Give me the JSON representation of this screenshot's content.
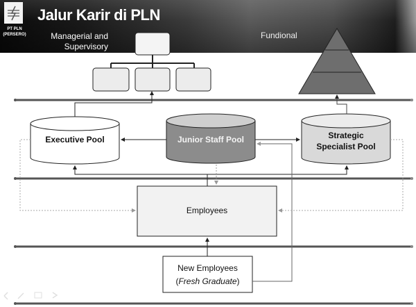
{
  "header": {
    "title": "Jalur Karir di PLN",
    "logo_caption_line1": "PT PLN",
    "logo_caption_line2": "(PERSERO)",
    "track_managerial_line1": "Managerial and",
    "track_managerial_line2": "Supervisory",
    "track_functional": "Fundional"
  },
  "pools": {
    "executive": "Executive Pool",
    "junior": "Junior Staff Pool",
    "strategic_line1": "Strategic",
    "strategic_line2": "Specialist Pool"
  },
  "boxes": {
    "employees": "Employees",
    "new_employees_line1": "New Employees",
    "new_employees_line2_open": "(",
    "new_employees_line2_italic": "Fresh Graduate",
    "new_employees_line2_close": ")"
  },
  "colors": {
    "junior_pool_fill": "#8c8c8c",
    "strategic_pool_fill": "#d9d9d9",
    "executive_pool_fill": "#ffffff",
    "pyramid_fill": "#6e6e6e",
    "employees_fill": "#f2f2f2"
  }
}
